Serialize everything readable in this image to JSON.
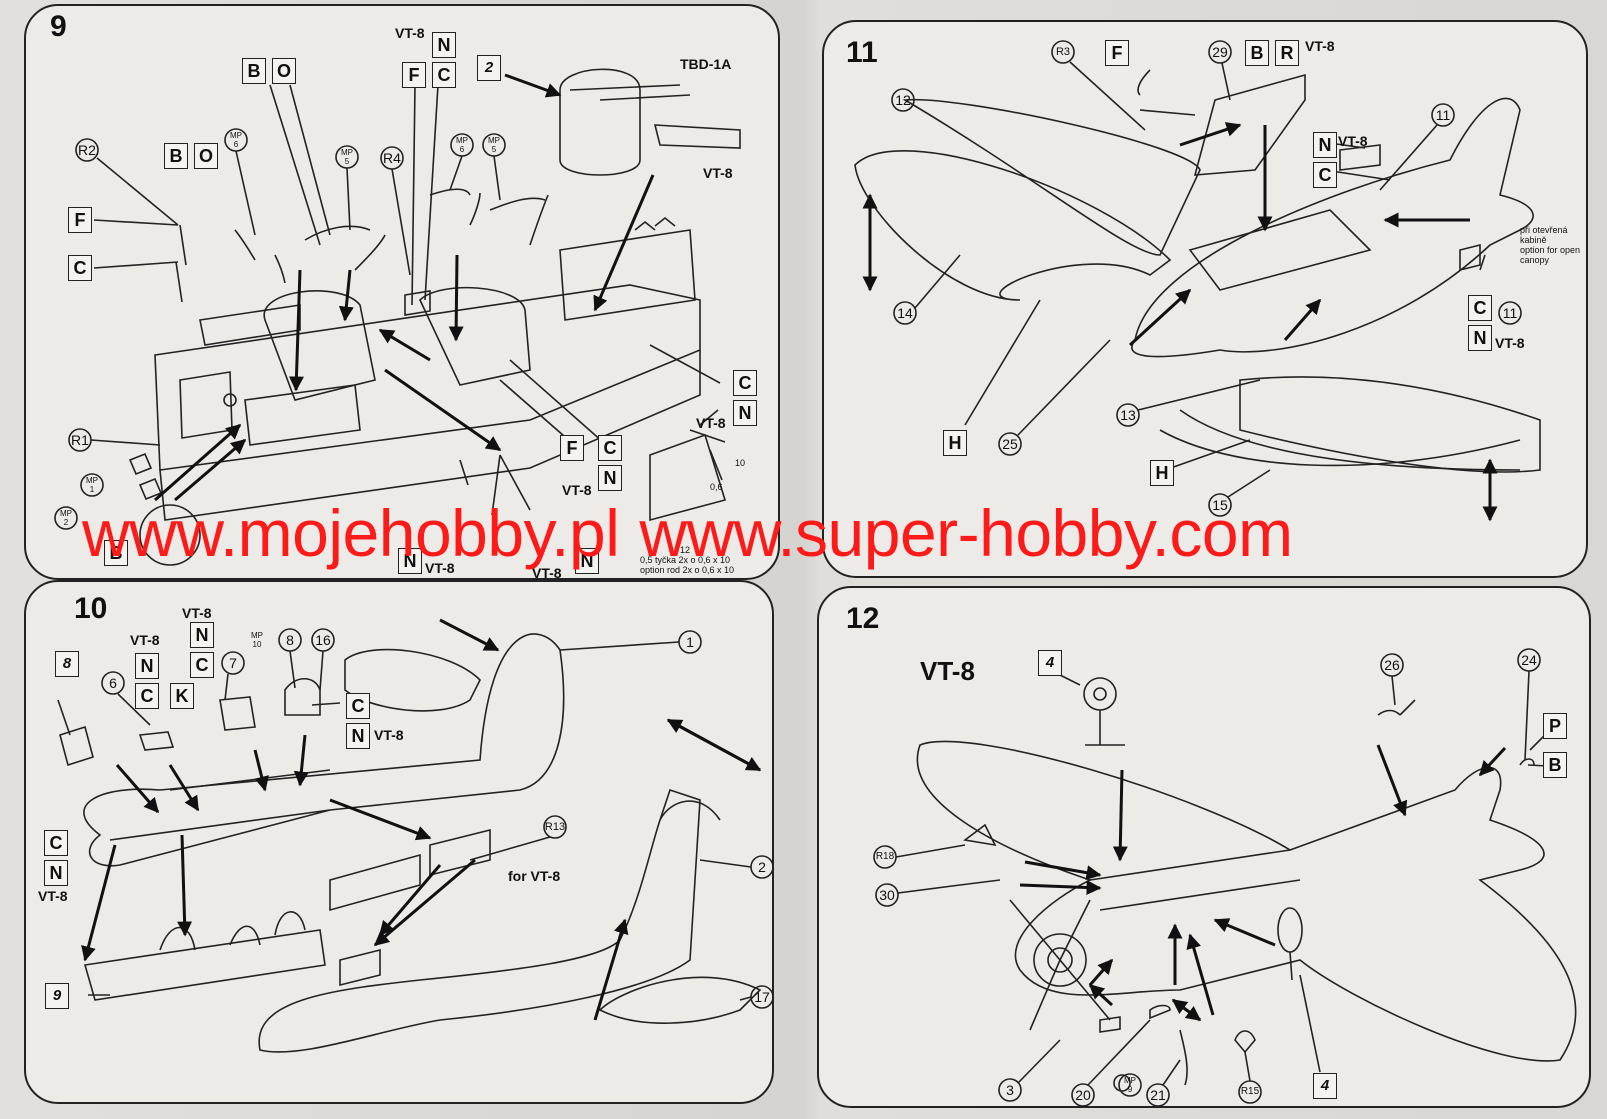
{
  "steps": {
    "s9": {
      "number": "9",
      "texts": {
        "tbd": "TBD-1A",
        "vt8_gun": "VT-8",
        "vt8_a": "VT-8",
        "vt8_b": "VT-8",
        "vt8_c": "VT-8",
        "vt8_d": "VT-8",
        "vt8_e": "VT-8",
        "rod1": "0,5 tyčka 2x o 0,6 x 10",
        "rod2": "option rod 2x o 0,6 x 10",
        "dim10": "10",
        "dim12": "12",
        "dim0": "0,6"
      }
    },
    "s10": {
      "number": "10",
      "texts": {
        "vt8_top": "VT-8",
        "vt8_n": "VT-8",
        "vt8_left": "VT-8",
        "vt8_right": "VT-8",
        "forvt8": "for VT-8"
      }
    },
    "s11": {
      "number": "11",
      "texts": {
        "vt8_top": "VT-8",
        "vt8_mid": "VT-8",
        "vt8_bot": "VT-8",
        "cz1": "při otevřená",
        "cz2": "kabině",
        "en1": "option for open",
        "en2": "canopy"
      }
    },
    "s12": {
      "number": "12",
      "texts": {
        "vt8": "VT-8"
      }
    }
  },
  "watermark": {
    "a": "www.mojehobby.pl",
    "b": "www.super-hobby.com"
  },
  "colors": {
    "watermark": "#ff1a1a",
    "ink": "#111111",
    "paper": "#ecebe8"
  }
}
